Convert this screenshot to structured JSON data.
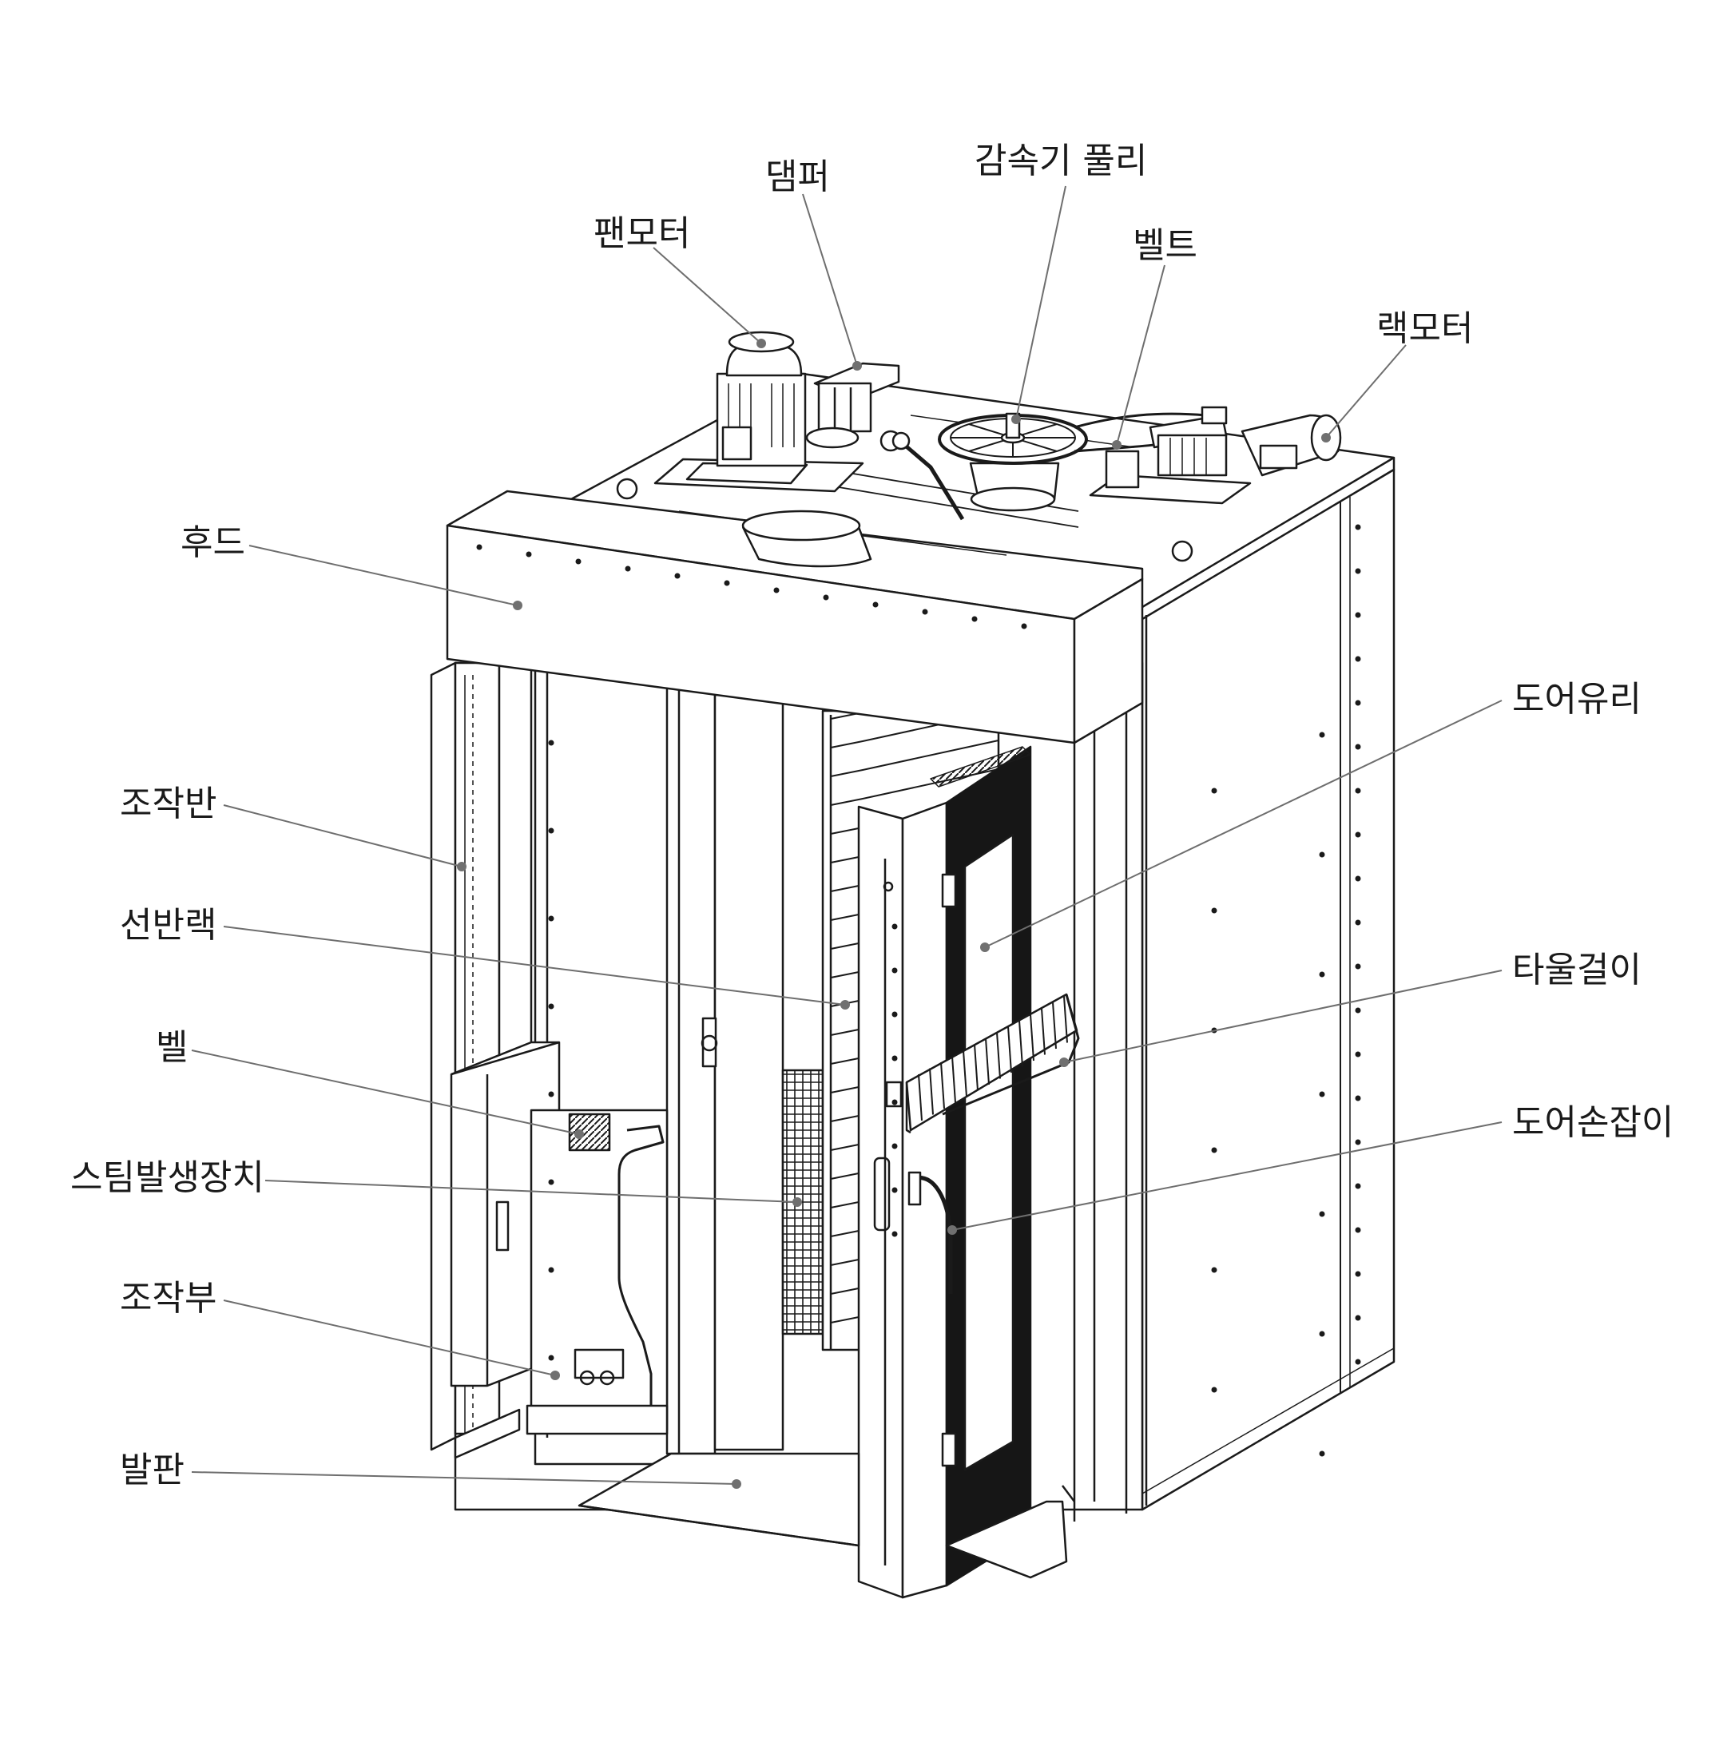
{
  "labels": {
    "fan_motor": "팬모터",
    "damper": "댐퍼",
    "reducer_pulley": "감속기 풀리",
    "belt": "벨트",
    "rack_motor": "랙모터",
    "hood": "후드",
    "control_panel": "조작반",
    "shelf_rack": "선반랙",
    "bell": "벨",
    "steam_generator": "스팀발생장치",
    "control_unit": "조작부",
    "footboard": "발판",
    "door_glass": "도어유리",
    "towel_hanger": "타울걸이",
    "door_handle": "도어손잡이"
  },
  "colors": {
    "line": "#1a1a1a",
    "leader": "#6e6e6e",
    "dot": "#707070",
    "door_panel": "#161616",
    "background": "#ffffff"
  }
}
